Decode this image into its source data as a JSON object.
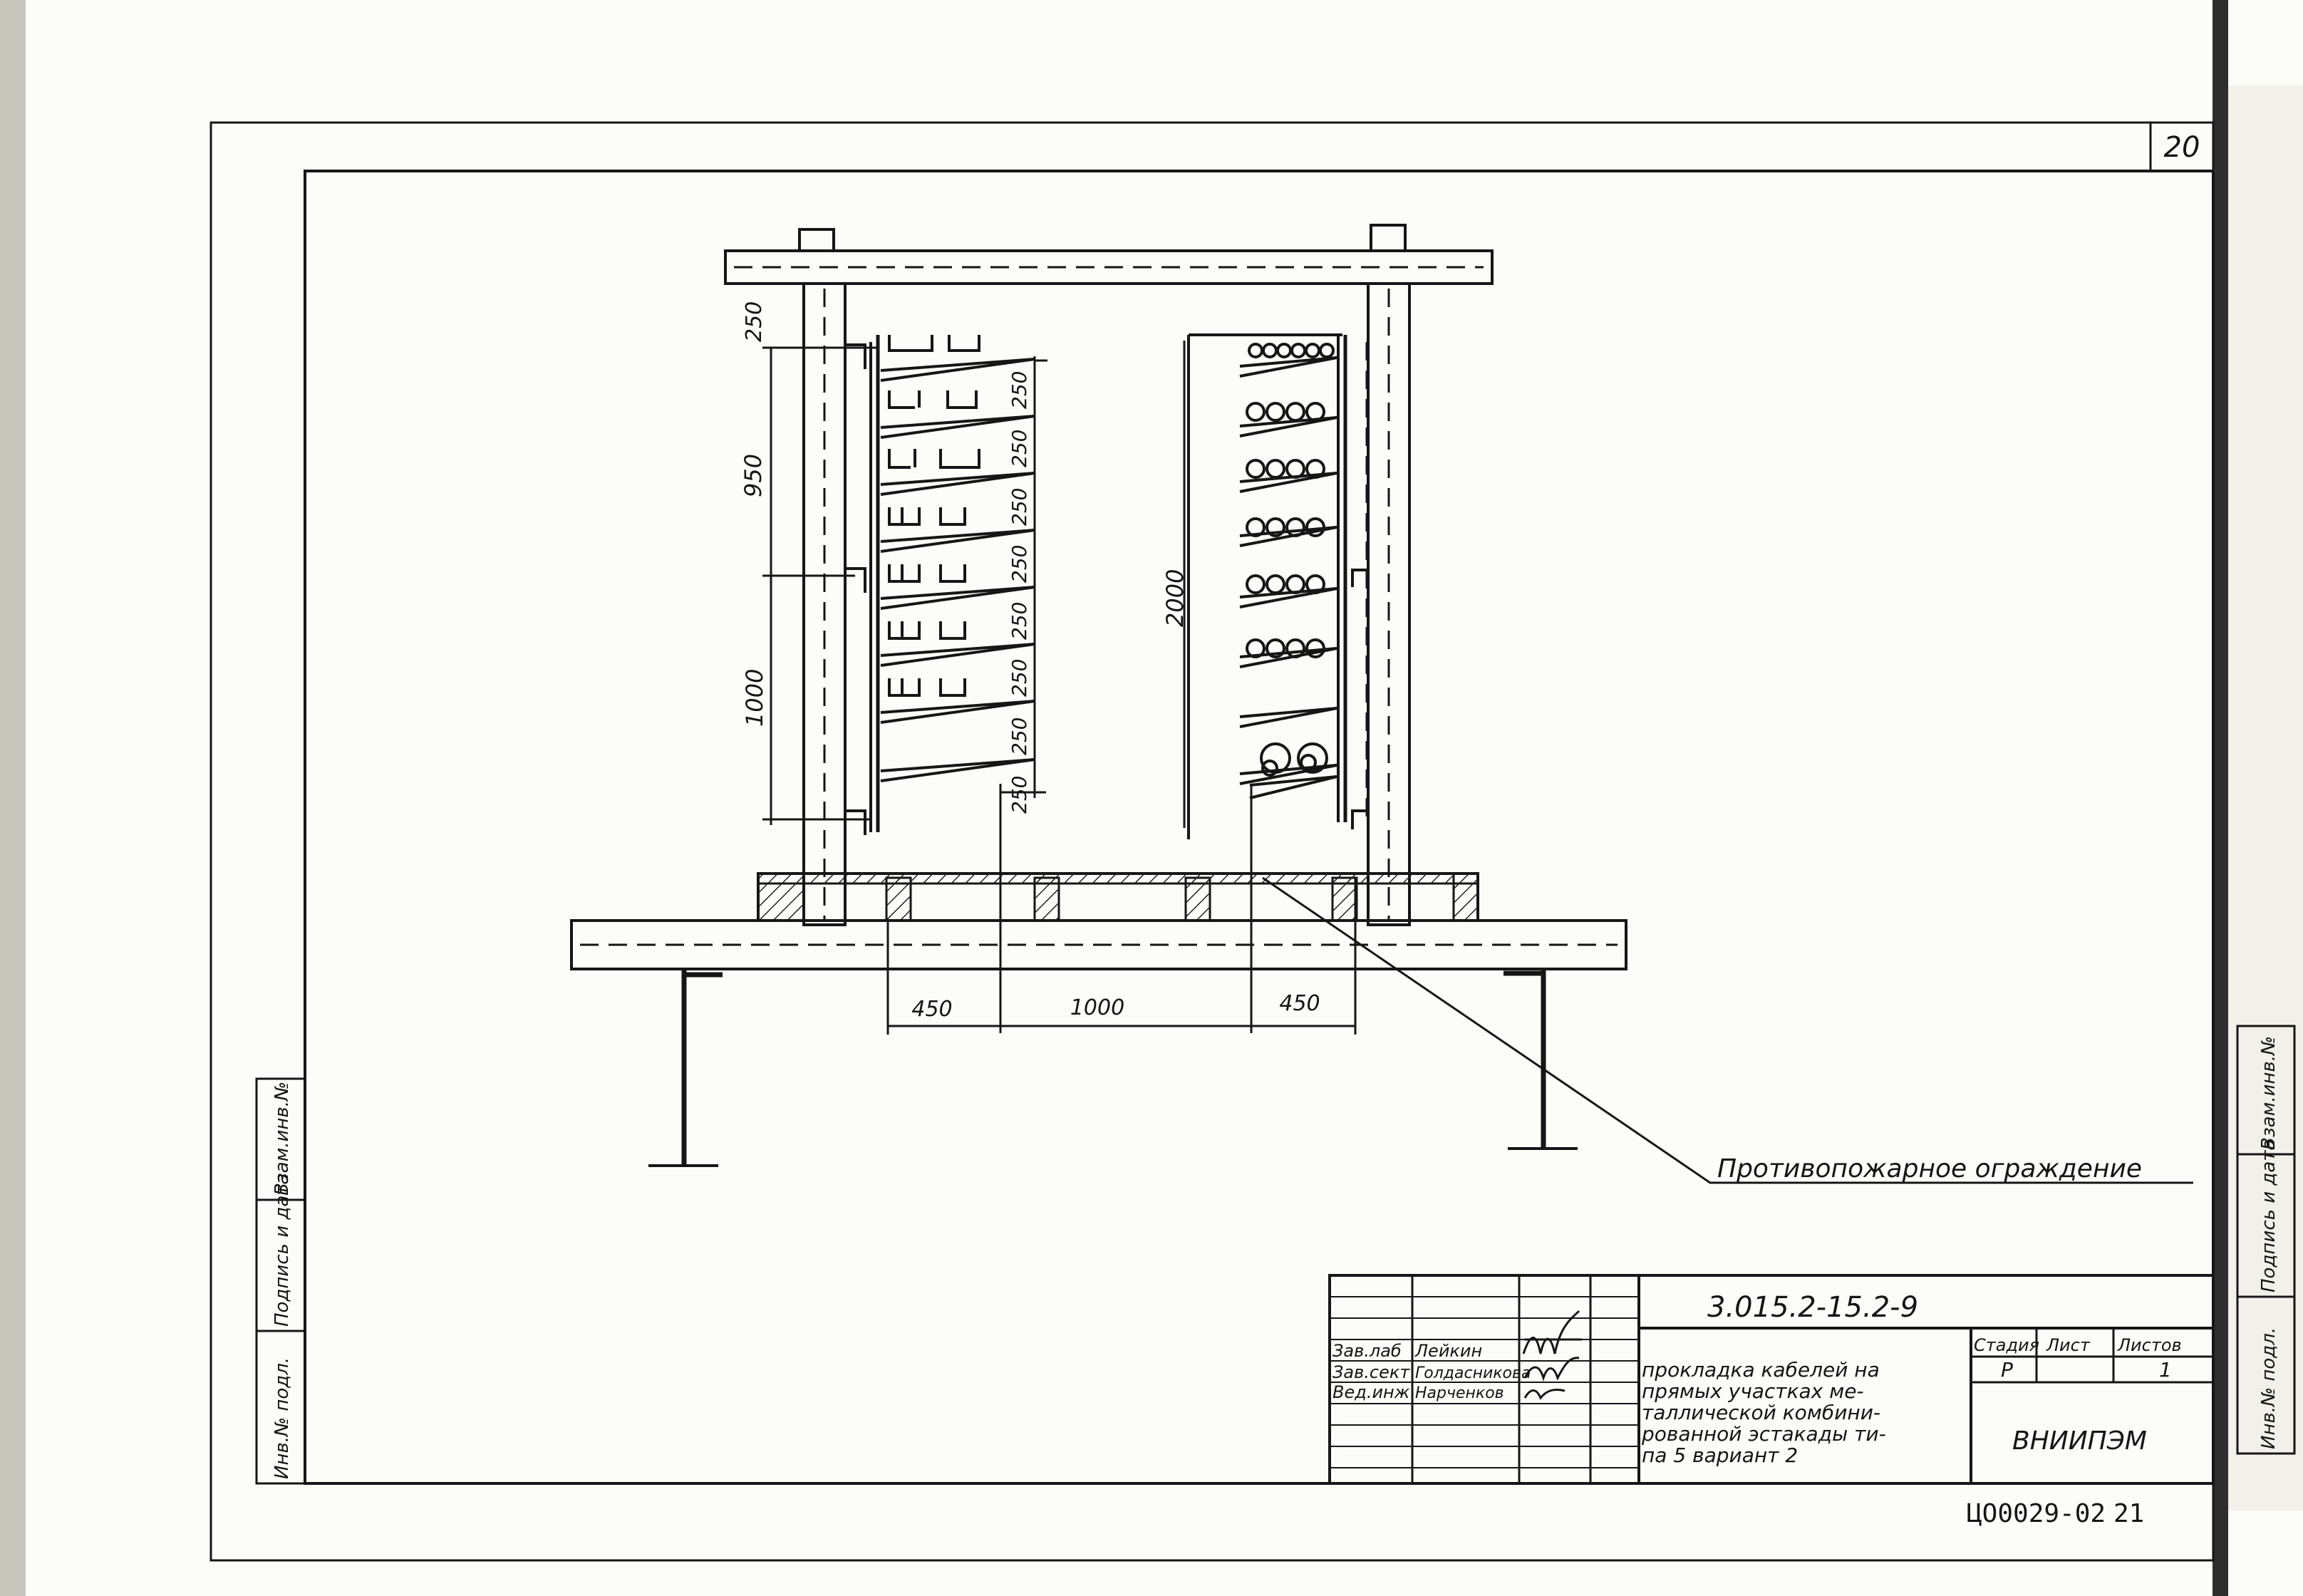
{
  "sheet": {
    "page_number": "20",
    "archive_code": "ЦО0029-02",
    "archive_page": "21"
  },
  "drawing": {
    "dimensions_left": {
      "vertical": [
        "250",
        "950",
        "1000"
      ],
      "shelf_pitch": [
        "250",
        "250",
        "250",
        "250",
        "250",
        "250",
        "250",
        "250"
      ]
    },
    "dimension_right_vertical": "2000",
    "dimensions_bottom": [
      "450",
      "1000",
      "450"
    ],
    "callout": "Противопожарное ограждение"
  },
  "title_block": {
    "designation": "3.015.2-15.2-9",
    "description_lines": [
      "прокладка кабелей на",
      "прямых участках ме-",
      "таллической комбини-",
      "рованной эстакады ти-",
      "па 5 вариант 2"
    ],
    "stage_header": "Стадия",
    "sheet_header": "Лист",
    "sheets_header": "Листов",
    "stage_value": "Р",
    "sheets_value": "1",
    "organization": "ВНИИПЭМ",
    "signatures": [
      {
        "role": "Зав.лаб",
        "name": "Лейкин"
      },
      {
        "role": "Зав.сект",
        "name": "Голдасникова"
      },
      {
        "role": "Вед.инж",
        "name": "Нарченков"
      }
    ]
  },
  "side_strip": {
    "labels": [
      "Инв.№ подл.",
      "Подпись и дата",
      "Взам.инв.№"
    ]
  },
  "right_strip": {
    "labels": [
      "Инв.№ подл.",
      "Подпись и дата",
      "Взам.инв.№"
    ]
  }
}
